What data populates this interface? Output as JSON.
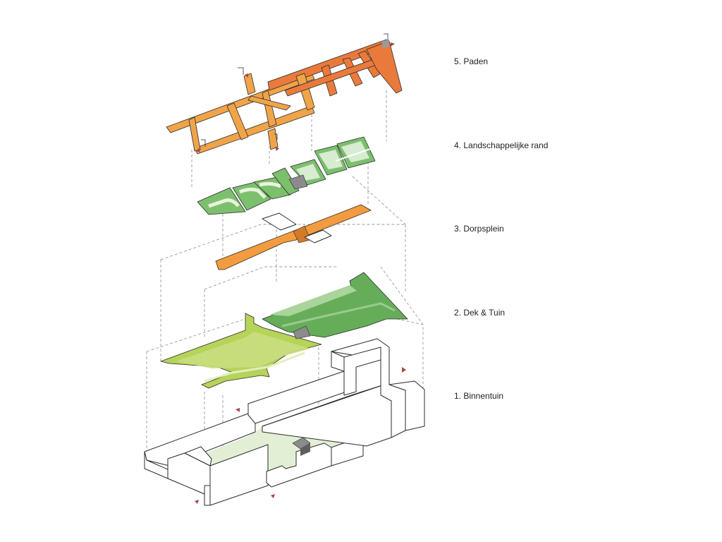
{
  "layers": [
    {
      "label": "5. Paden"
    },
    {
      "label": "4. Landschappelijke rand"
    },
    {
      "label": "3. Dorpsplein"
    },
    {
      "label": "2. Dek & Tuin"
    },
    {
      "label": "1. Binnentuin"
    }
  ],
  "colors": {
    "paths_orange": "#f0a449",
    "paths_orange_dark": "#ea7a3c",
    "landscape_green": "#7cc06d",
    "square_orange": "#f39c3f",
    "deck_lime": "#b6d35a",
    "garden_green": "#66ad5a",
    "courtyard_green": "#e2efd5",
    "viewpoint_marker": "#a24a45"
  }
}
